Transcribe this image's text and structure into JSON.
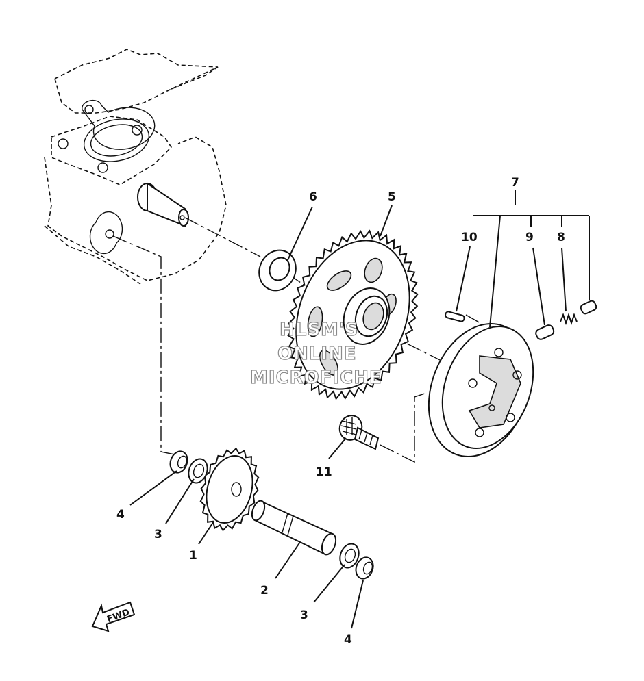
{
  "watermark": {
    "line1": "HLSM'S",
    "line2": "ONLINE",
    "line3": "MICROFICHE"
  },
  "direction_tag": "FWD",
  "callouts": {
    "c1": "1",
    "c2": "2",
    "c3a": "3",
    "c3b": "3",
    "c4a": "4",
    "c4b": "4",
    "c5": "5",
    "c6": "6",
    "c7": "7",
    "c8": "8",
    "c9": "9",
    "c10": "10",
    "c11": "11"
  }
}
